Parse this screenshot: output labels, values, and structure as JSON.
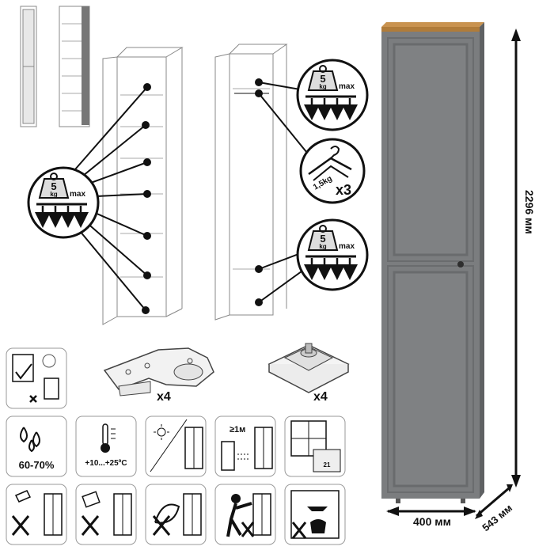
{
  "load_badges": [
    {
      "weight": "5",
      "unit": "kg",
      "limit": "max"
    },
    {
      "weight": "5",
      "unit": "kg",
      "limit": "max"
    },
    {
      "weight": "5",
      "unit": "kg",
      "limit": "max"
    }
  ],
  "hanger_badge": {
    "weight": "1,5kg",
    "count": "x3"
  },
  "hardware": {
    "hinge_count": "x4",
    "leg_count": "x4"
  },
  "dimensions": {
    "height": "2296 мм",
    "width": "400 мм",
    "depth": "543 мм"
  },
  "care": {
    "humidity": "60-70%",
    "temperature": "+10...+25ºC",
    "distance": "≥1м",
    "calendar_day": "21"
  },
  "colors": {
    "cabinet_body": "#7b7d7f",
    "cabinet_top": "#b07c3a",
    "icon_stroke": "#111111"
  }
}
